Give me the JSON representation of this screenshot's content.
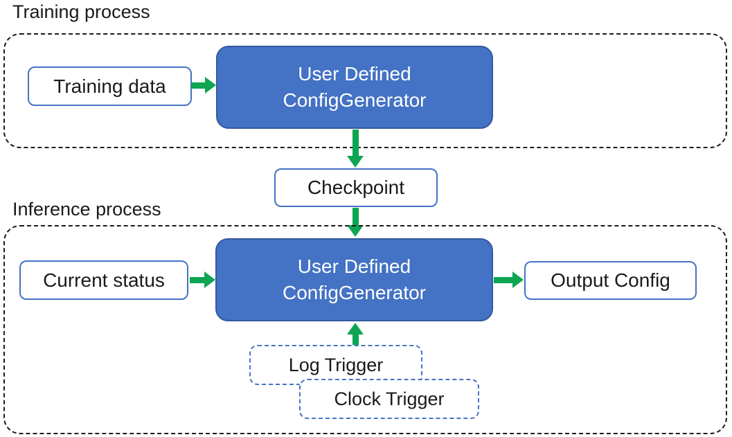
{
  "colors": {
    "green": "#0ea552",
    "blue_fill": "#4472c4",
    "blue_border": "#4472c4",
    "blue_dark": "#35589e",
    "dash_black": "#1a1a1a",
    "text": "#1a1a1a"
  },
  "sections": {
    "training": {
      "label": "Training process"
    },
    "inference": {
      "label": "Inference process"
    }
  },
  "nodes": {
    "training_data": {
      "label": "Training data"
    },
    "generator_training": {
      "line1": "User Defined",
      "line2": "ConfigGenerator"
    },
    "checkpoint": {
      "label": "Checkpoint"
    },
    "current_status": {
      "label": "Current status"
    },
    "generator_inference": {
      "line1": "User Defined",
      "line2": "ConfigGenerator"
    },
    "output_config": {
      "label": "Output Config"
    },
    "log_trigger": {
      "label": "Log Trigger"
    },
    "clock_trigger": {
      "label": "Clock Trigger"
    }
  }
}
